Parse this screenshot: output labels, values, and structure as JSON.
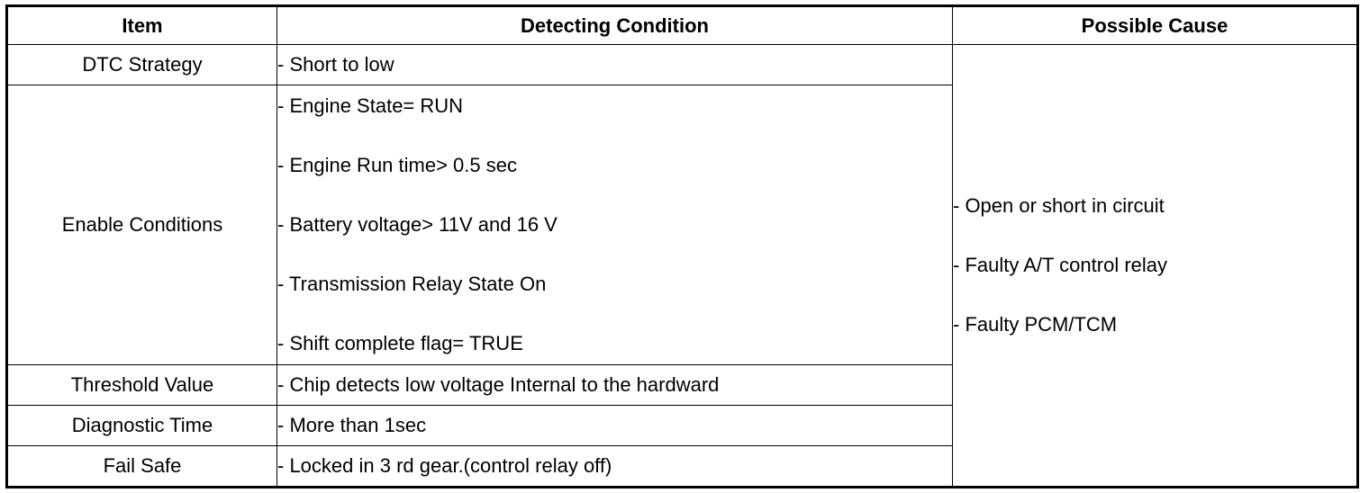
{
  "headers": {
    "item": "Item",
    "condition": "Detecting Condition",
    "cause": "Possible Cause"
  },
  "rows": [
    {
      "item": "DTC Strategy",
      "conditions": [
        "- Short to low"
      ]
    },
    {
      "item": "Enable Conditions",
      "conditions": [
        "- Engine State= RUN",
        "- Engine Run time> 0.5 sec",
        "- Battery voltage> 11V and 16 V",
        "- Transmission Relay State On",
        "- Shift complete flag= TRUE"
      ]
    },
    {
      "item": "Threshold Value",
      "conditions": [
        "- Chip detects low voltage Internal to the hardward"
      ]
    },
    {
      "item": "Diagnostic Time",
      "conditions": [
        "- More than 1sec"
      ]
    },
    {
      "item": "Fail Safe",
      "conditions": [
        "- Locked in 3 rd gear.(control relay off)"
      ]
    }
  ],
  "causes": [
    "- Open or short in circuit",
    "- Faulty A/T control relay",
    "- Faulty PCM/TCM"
  ]
}
